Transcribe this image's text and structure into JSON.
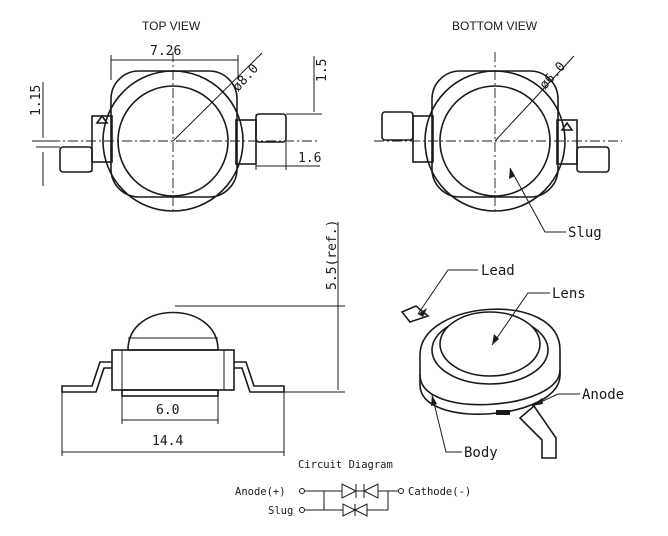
{
  "views": {
    "top_view": "TOP VIEW",
    "bottom_view": "BOTTOM VIEW"
  },
  "dimensions": {
    "width_top": "7.26",
    "lens_diameter": "ø8.0",
    "lead_height_1": "1.15",
    "lead_offset": "1.5",
    "lead_width": "1.6",
    "slug_diameter": "ø6.0",
    "height_ref": "5.5(ref.)",
    "slug_width": "6.0",
    "total_length": "14.4"
  },
  "callouts": {
    "slug": "Slug",
    "lead": "Lead",
    "lens": "Lens",
    "anode": "Anode",
    "body": "Body"
  },
  "circuit": {
    "title": "Circuit Diagram",
    "anode": "Anode(+)",
    "cathode": "Cathode(-)",
    "slug": "Slug"
  }
}
